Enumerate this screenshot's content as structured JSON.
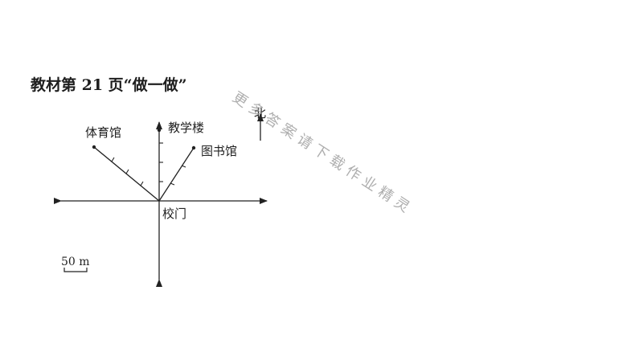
{
  "title": "教材第 21 页“做一做”",
  "labels": {
    "gym": "体育馆",
    "teaching_building": "教学楼",
    "library": "图书馆",
    "school_gate": "校门",
    "north": "北"
  },
  "scale": {
    "text": "50 m"
  },
  "watermark": "更多答案请下载作业精灵",
  "colors": {
    "ink": "#222222",
    "watermark": "#9a9a9a"
  }
}
